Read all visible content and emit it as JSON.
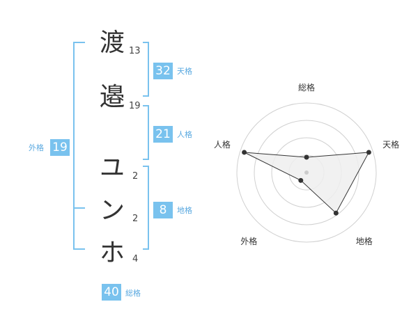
{
  "name_chars": [
    {
      "char": "渡",
      "strokes": "13"
    },
    {
      "char": "邉",
      "strokes": "19"
    },
    {
      "char": "ユ",
      "strokes": "2"
    },
    {
      "char": "ン",
      "strokes": "2"
    },
    {
      "char": "ホ",
      "strokes": "4"
    }
  ],
  "fortune": {
    "tenkaku": {
      "value": "32",
      "label": "天格"
    },
    "jinkaku": {
      "value": "21",
      "label": "人格"
    },
    "chikaku": {
      "value": "8",
      "label": "地格"
    },
    "gaikaku": {
      "value": "19",
      "label": "外格"
    },
    "soukaku": {
      "value": "40",
      "label": "総格"
    }
  },
  "chart_data": {
    "type": "radar",
    "axes": [
      "総格",
      "天格",
      "地格",
      "外格",
      "人格"
    ],
    "rings": 4,
    "values": [
      1.1,
      4.7,
      3.6,
      0.7,
      4.7
    ],
    "max": 5
  },
  "colors": {
    "accent": "#79c2ee",
    "polygon_fill": "#eeeeee",
    "polygon_stroke": "#333333",
    "ring": "#d0d0d0"
  }
}
